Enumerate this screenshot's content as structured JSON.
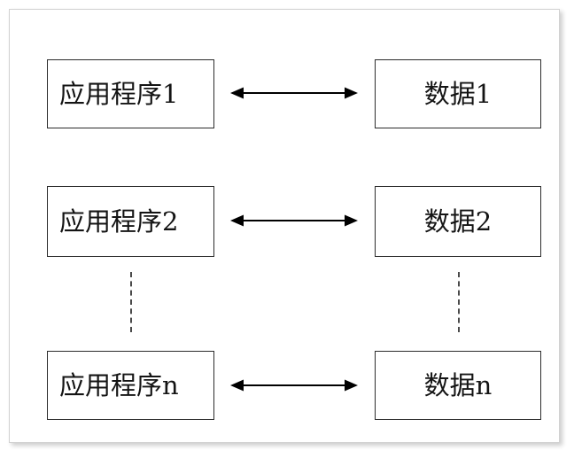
{
  "diagram": {
    "type": "block-diagram",
    "title": "",
    "description": "Application programs paired with their own data stores",
    "colors": {
      "canvas_background": "#ffffff",
      "frame_border": "#d2d2d2",
      "box_border": "#2b2b2b",
      "box_fill": "#ffffff",
      "text": "#141414",
      "arrow": "#000000",
      "dashed_line": "#4a4a4a"
    },
    "rows": [
      {
        "id": "row-1",
        "left_label": "应用程序1",
        "right_label": "数据1",
        "connector": "double-headed-arrow"
      },
      {
        "id": "row-2",
        "left_label": "应用程序2",
        "right_label": "数据2",
        "connector": "double-headed-arrow"
      },
      {
        "id": "row-3",
        "left_label": "应用程序n",
        "right_label": "数据n",
        "connector": "double-headed-arrow"
      }
    ],
    "ellipsis": {
      "left_column": "vertical-dashed-line",
      "right_column": "vertical-dashed-line",
      "dash_count": 3
    }
  }
}
